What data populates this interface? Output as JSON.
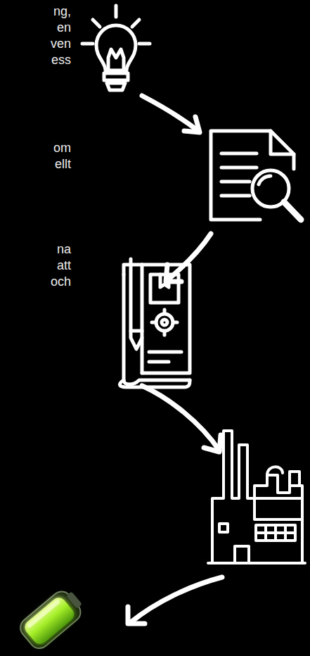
{
  "diagram": {
    "labels": [
      "ng,",
      "en",
      "ven",
      "ess",
      "om",
      "ellt",
      "na",
      "att",
      "och"
    ]
  }
}
